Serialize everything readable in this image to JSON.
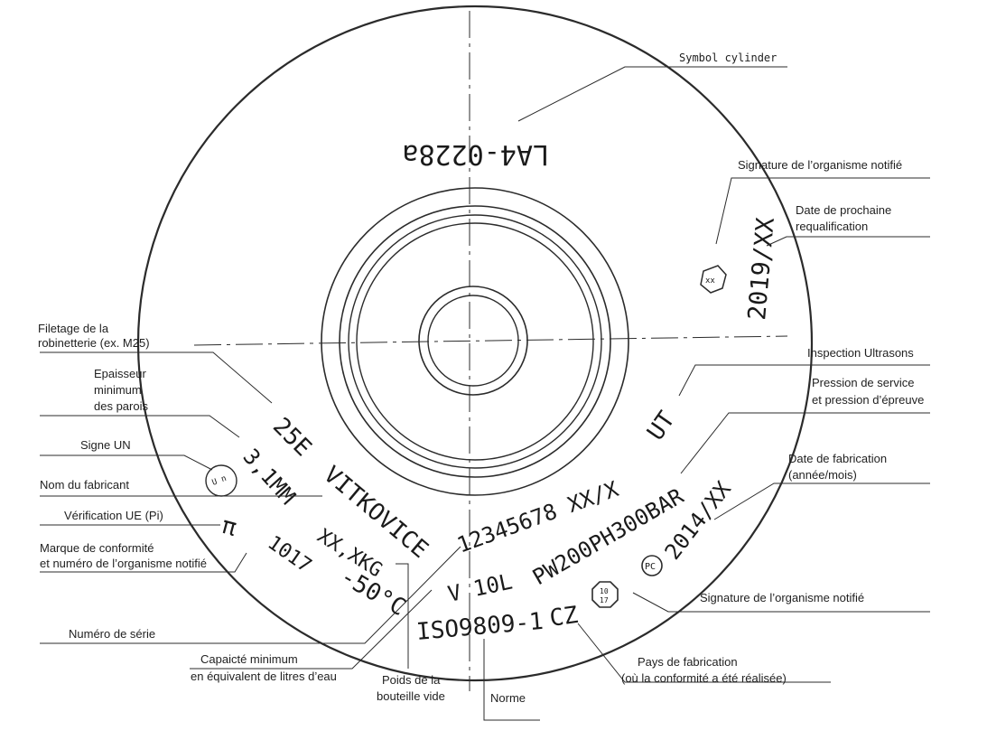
{
  "stamps": {
    "ref_code": "LA4-0228a",
    "requal_date": "2019/XX",
    "thread": "25E",
    "wall": "3,1MM",
    "maker": "VITKOVICE",
    "serial": "12345678 XX/X",
    "ut": "UT",
    "pressure": "PW200PH300BAR",
    "mfg_date": "2014/XX",
    "pi": "π",
    "conformity": "1017",
    "temp": "-50°C",
    "weight": "XX,XKG",
    "volume": "V 10L",
    "standard": "ISO9809-1",
    "country": "CZ",
    "seal_top": "10",
    "seal_bottom": "17",
    "pc_mark": "PC",
    "un_mark": "U n"
  },
  "callouts": {
    "symbol_cylinder": "Symbol cylinder",
    "sig_top": "Signature de l’organisme notifié",
    "requal_1": "Date de prochaine",
    "requal_2": "requalification",
    "thread_1": "Filetage de la",
    "thread_2": "robinetterie (ex. M25)",
    "wall_1": "Epaisseur",
    "wall_2": "minimum",
    "wall_3": "des parois",
    "un": "Signe UN",
    "maker": "Nom du fabricant",
    "pi": "Vérification UE (Pi)",
    "conf_1": "Marque de conformité",
    "conf_2": "et numéro de l’organisme notifié",
    "ut": "Inspection Ultrasons",
    "press_1": "Pression de service",
    "press_2": "et pression d’épreuve",
    "mfg_1": "Date de fabrication",
    "mfg_2": "(année/mois)",
    "sig_bottom": "Signature de l’organisme notifié",
    "serial": "Numéro de série",
    "vol_1": "Capaicté minimum",
    "vol_2": "en équivalent de litres d’eau",
    "weight_1": "Poids de la",
    "weight_2": "bouteille vide",
    "norm": "Norme",
    "country_1": "Pays de fabrication",
    "country_2": "(où la conformité a été réalisée)"
  }
}
